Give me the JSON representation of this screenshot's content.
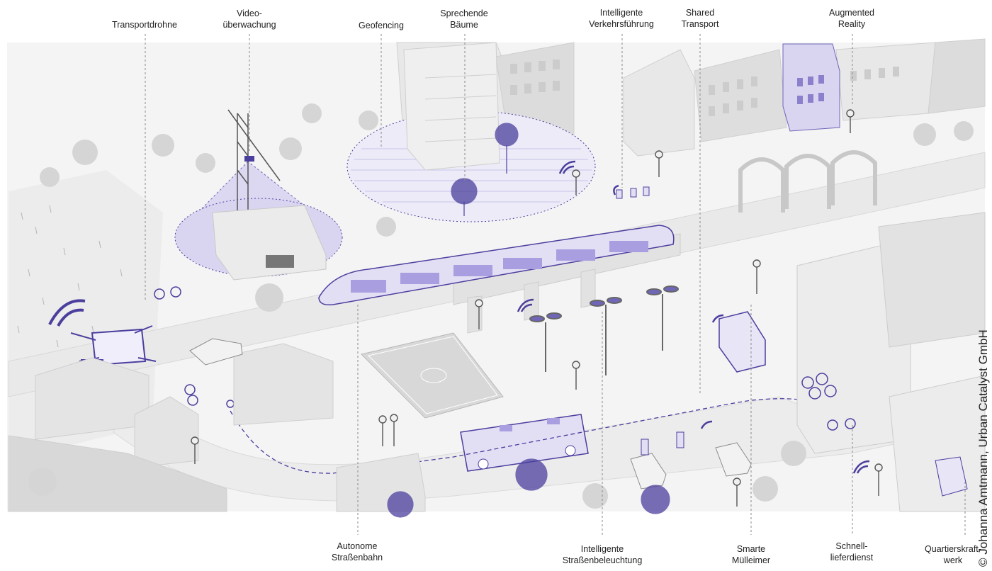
{
  "labels": {
    "transportdrohne": "Transportdrohne",
    "videoueberwachung": "Video-\nüberwachung",
    "geofencing": "Geofencing",
    "sprechende_baeume": "Sprechende\nBäume",
    "intelligente_verkehrsfuehrung": "Intelligente\nVerkehrsführung",
    "shared_transport": "Shared\nTransport",
    "augmented_reality": "Augmented\nReality",
    "autonome_strassenbahn": "Autonome\nStraßenbahn",
    "intelligente_strassenbeleuchtung": "Intelligente\nStraßenbeleuchtung",
    "smarte_muelleimer": "Smarte\nMülleimer",
    "schnell_lieferdienst": "Schnell-\nlieferdienst",
    "quartierskraftwerk": "Quartierskraft-\nwerk"
  },
  "copyright": "© Johanna Amtmann, Urban Catalyst GmbH",
  "colors": {
    "accent": "#4b3f9e",
    "accent_light": "#d9d5f0",
    "building": "#e6e6e6",
    "building_dark": "#cfcfcf",
    "ground": "#f3f3f3",
    "line": "#9a9a9a"
  }
}
